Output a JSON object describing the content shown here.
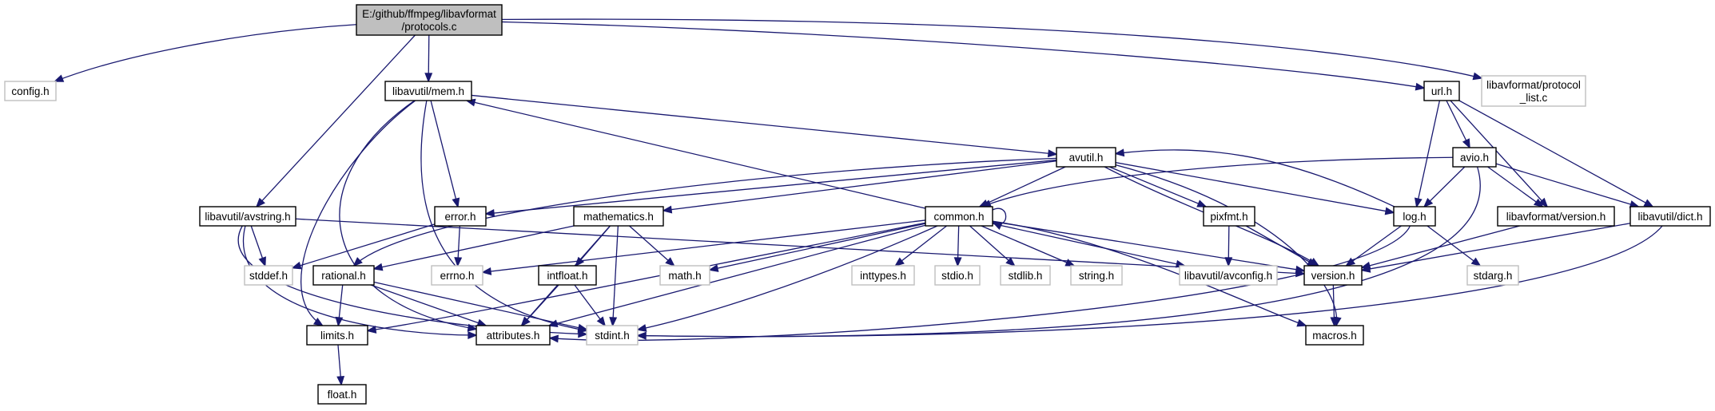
{
  "colors": {
    "edge": "#191970",
    "focus_fill": "#bfbfbf",
    "node_fill": "#ffffff",
    "node_border": "#000000",
    "external_border": "#bfbfbf",
    "text": "#000000"
  },
  "nodes": [
    {
      "id": "protocols_c",
      "lines": [
        "E:/github/ffmpeg/libavformat",
        "/protocols.c"
      ],
      "style": "focus"
    },
    {
      "id": "config_h",
      "lines": [
        "config.h"
      ],
      "style": "external"
    },
    {
      "id": "libavutil_mem_h",
      "lines": [
        "libavutil/mem.h"
      ],
      "style": "normal"
    },
    {
      "id": "libavutil_avstring_h",
      "lines": [
        "libavutil/avstring.h"
      ],
      "style": "normal"
    },
    {
      "id": "url_h",
      "lines": [
        "url.h"
      ],
      "style": "normal"
    },
    {
      "id": "protocol_list_c",
      "lines": [
        "libavformat/protocol",
        "_list.c"
      ],
      "style": "external"
    },
    {
      "id": "avutil_h",
      "lines": [
        "avutil.h"
      ],
      "style": "normal"
    },
    {
      "id": "error_h",
      "lines": [
        "error.h"
      ],
      "style": "normal"
    },
    {
      "id": "mathematics_h",
      "lines": [
        "mathematics.h"
      ],
      "style": "normal"
    },
    {
      "id": "common_h",
      "lines": [
        "common.h"
      ],
      "style": "normal"
    },
    {
      "id": "pixfmt_h",
      "lines": [
        "pixfmt.h"
      ],
      "style": "normal"
    },
    {
      "id": "log_h",
      "lines": [
        "log.h"
      ],
      "style": "normal"
    },
    {
      "id": "avio_h",
      "lines": [
        "avio.h"
      ],
      "style": "normal"
    },
    {
      "id": "libavformat_version_h",
      "lines": [
        "libavformat/version.h"
      ],
      "style": "normal"
    },
    {
      "id": "libavutil_dict_h",
      "lines": [
        "libavutil/dict.h"
      ],
      "style": "normal"
    },
    {
      "id": "stddef_h",
      "lines": [
        "stddef.h"
      ],
      "style": "external"
    },
    {
      "id": "rational_h",
      "lines": [
        "rational.h"
      ],
      "style": "normal"
    },
    {
      "id": "errno_h",
      "lines": [
        "errno.h"
      ],
      "style": "external"
    },
    {
      "id": "intfloat_h",
      "lines": [
        "intfloat.h"
      ],
      "style": "normal"
    },
    {
      "id": "math_h",
      "lines": [
        "math.h"
      ],
      "style": "external"
    },
    {
      "id": "inttypes_h",
      "lines": [
        "inttypes.h"
      ],
      "style": "external"
    },
    {
      "id": "stdio_h",
      "lines": [
        "stdio.h"
      ],
      "style": "external"
    },
    {
      "id": "stdlib_h",
      "lines": [
        "stdlib.h"
      ],
      "style": "external"
    },
    {
      "id": "string_h",
      "lines": [
        "string.h"
      ],
      "style": "external"
    },
    {
      "id": "libavutil_avconfig_h",
      "lines": [
        "libavutil/avconfig.h"
      ],
      "style": "external"
    },
    {
      "id": "version_h",
      "lines": [
        "version.h"
      ],
      "style": "normal"
    },
    {
      "id": "stdarg_h",
      "lines": [
        "stdarg.h"
      ],
      "style": "external"
    },
    {
      "id": "limits_h",
      "lines": [
        "limits.h"
      ],
      "style": "normal"
    },
    {
      "id": "attributes_h",
      "lines": [
        "attributes.h"
      ],
      "style": "normal"
    },
    {
      "id": "stdint_h",
      "lines": [
        "stdint.h"
      ],
      "style": "external"
    },
    {
      "id": "macros_h",
      "lines": [
        "macros.h"
      ],
      "style": "normal"
    },
    {
      "id": "float_h",
      "lines": [
        "float.h"
      ],
      "style": "normal"
    }
  ],
  "edges": [
    [
      "protocols_c",
      "config_h"
    ],
    [
      "protocols_c",
      "libavutil_mem_h"
    ],
    [
      "protocols_c",
      "libavutil_avstring_h"
    ],
    [
      "protocols_c",
      "url_h"
    ],
    [
      "protocols_c",
      "protocol_list_c"
    ],
    [
      "libavutil_mem_h",
      "avutil_h"
    ],
    [
      "libavutil_mem_h",
      "error_h"
    ],
    [
      "libavutil_mem_h",
      "attributes_h"
    ],
    [
      "libavutil_mem_h",
      "stdint_h"
    ],
    [
      "libavutil_mem_h",
      "limits_h"
    ],
    [
      "libavutil_avstring_h",
      "stddef_h"
    ],
    [
      "libavutil_avstring_h",
      "attributes_h"
    ],
    [
      "libavutil_avstring_h",
      "stdint_h"
    ],
    [
      "libavutil_avstring_h",
      "version_h"
    ],
    [
      "avutil_h",
      "error_h"
    ],
    [
      "avutil_h",
      "mathematics_h"
    ],
    [
      "avutil_h",
      "common_h"
    ],
    [
      "avutil_h",
      "pixfmt_h"
    ],
    [
      "avutil_h",
      "log_h"
    ],
    [
      "avutil_h",
      "rational_h"
    ],
    [
      "avutil_h",
      "version_h"
    ],
    [
      "avutil_h",
      "macros_h"
    ],
    [
      "error_h",
      "stddef_h"
    ],
    [
      "error_h",
      "errno_h"
    ],
    [
      "mathematics_h",
      "math_h"
    ],
    [
      "mathematics_h",
      "stdint_h"
    ],
    [
      "mathematics_h",
      "attributes_h"
    ],
    [
      "mathematics_h",
      "rational_h"
    ],
    [
      "mathematics_h",
      "intfloat_h"
    ],
    [
      "common_h",
      "common_h"
    ],
    [
      "common_h",
      "libavutil_mem_h"
    ],
    [
      "common_h",
      "errno_h"
    ],
    [
      "common_h",
      "inttypes_h"
    ],
    [
      "common_h",
      "limits_h"
    ],
    [
      "common_h",
      "math_h"
    ],
    [
      "common_h",
      "stdio_h"
    ],
    [
      "common_h",
      "stdlib_h"
    ],
    [
      "common_h",
      "string_h"
    ],
    [
      "common_h",
      "attributes_h"
    ],
    [
      "common_h",
      "macros_h"
    ],
    [
      "common_h",
      "version_h"
    ],
    [
      "common_h",
      "libavutil_avconfig_h"
    ],
    [
      "common_h",
      "stdint_h"
    ],
    [
      "pixfmt_h",
      "libavutil_avconfig_h"
    ],
    [
      "pixfmt_h",
      "version_h"
    ],
    [
      "log_h",
      "stdarg_h"
    ],
    [
      "log_h",
      "version_h"
    ],
    [
      "log_h",
      "avutil_h"
    ],
    [
      "log_h",
      "attributes_h"
    ],
    [
      "url_h",
      "avio_h"
    ],
    [
      "url_h",
      "libavformat_version_h"
    ],
    [
      "url_h",
      "log_h"
    ],
    [
      "url_h",
      "libavutil_dict_h"
    ],
    [
      "avio_h",
      "common_h"
    ],
    [
      "avio_h",
      "log_h"
    ],
    [
      "avio_h",
      "libavformat_version_h"
    ],
    [
      "avio_h",
      "libavutil_dict_h"
    ],
    [
      "avio_h",
      "stdint_h"
    ],
    [
      "libavformat_version_h",
      "version_h"
    ],
    [
      "libavutil_dict_h",
      "stdint_h"
    ],
    [
      "libavutil_dict_h",
      "version_h"
    ],
    [
      "rational_h",
      "stdint_h"
    ],
    [
      "rational_h",
      "limits_h"
    ],
    [
      "rational_h",
      "attributes_h"
    ],
    [
      "intfloat_h",
      "stdint_h"
    ],
    [
      "intfloat_h",
      "attributes_h"
    ],
    [
      "limits_h",
      "float_h"
    ],
    [
      "version_h",
      "macros_h"
    ]
  ]
}
